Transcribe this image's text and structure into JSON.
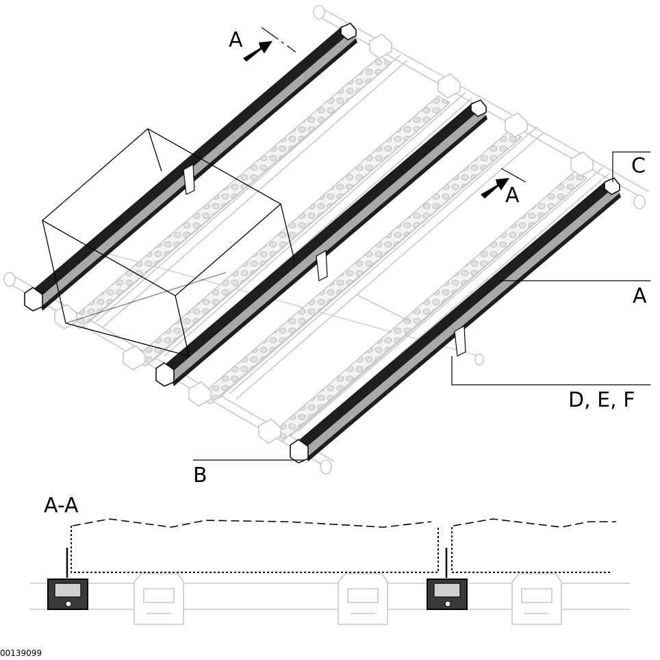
{
  "labels": {
    "section_arrow_top": "A",
    "section_arrow_mid": "A",
    "callout_c": "C",
    "callout_a": "A",
    "callout_def": "D, E, F",
    "callout_b": "B",
    "section_title": "A-A",
    "figure_id": "00139099"
  },
  "colors": {
    "rail_dark": "#1e1e1e",
    "rail_grey": "#a9a9a9",
    "conveyor_faint": "#c8c8c8"
  }
}
